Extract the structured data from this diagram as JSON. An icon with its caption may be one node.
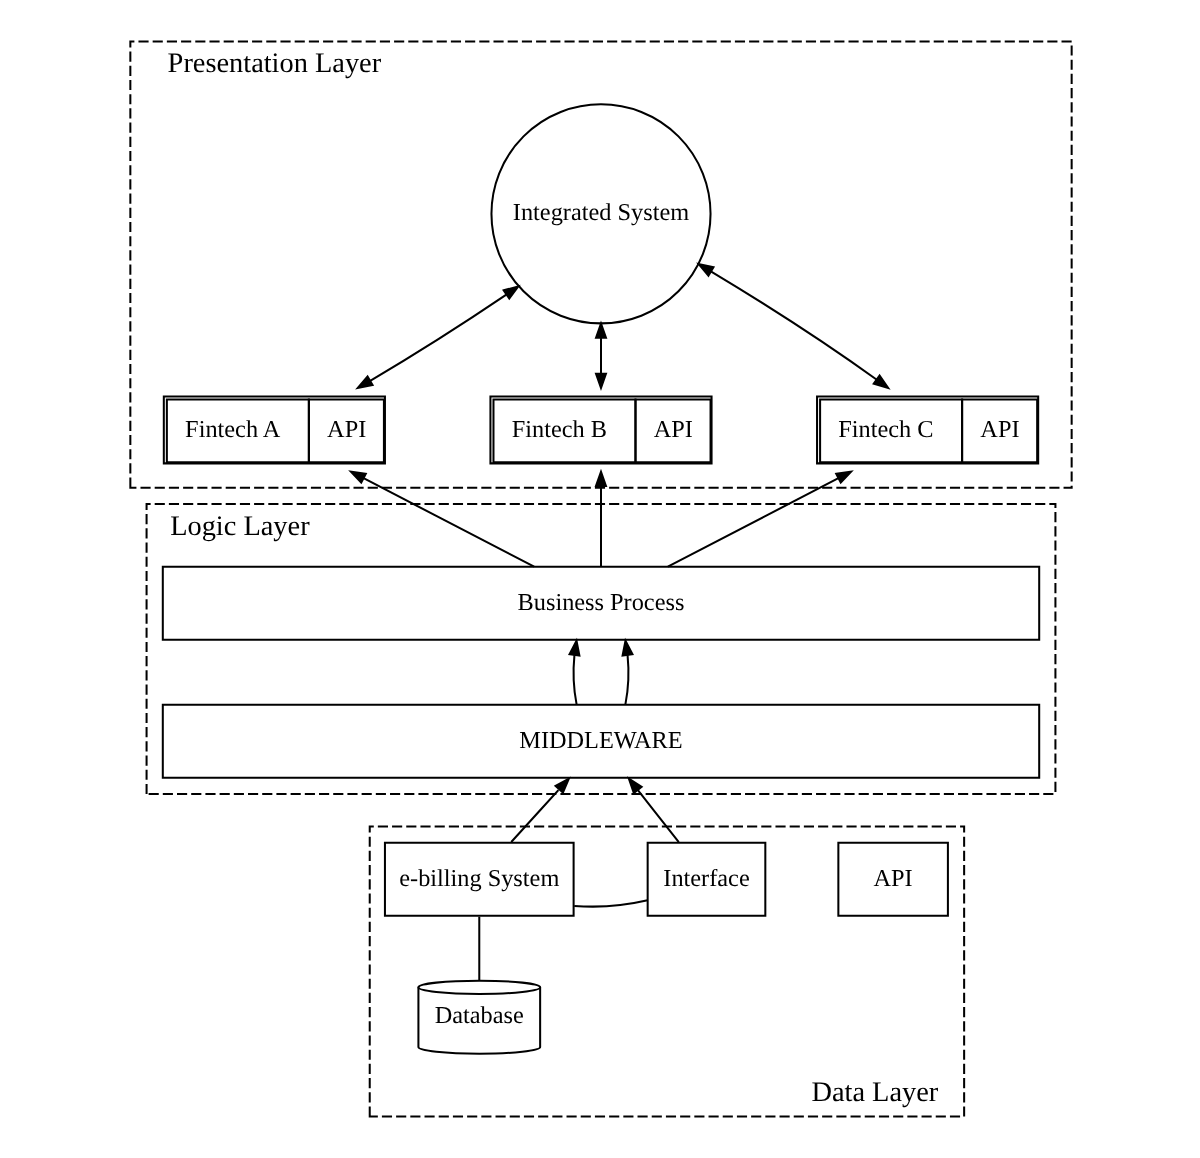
{
  "diagram": {
    "nodes": [
      {
        "text": [
          "Presentation Layer"
        ]
      },
      {
        "text": [
          "Integrated System"
        ],
        "in": 0
      },
      {
        "text": [
          "Fintech A",
          "API"
        ],
        "in": 0
      },
      {
        "text": [
          "Fintech B",
          "API"
        ],
        "in": 0
      },
      {
        "text": [
          "Fintech C",
          "API"
        ],
        "in": 0
      },
      {
        "text": [
          "Logic Layer"
        ]
      },
      {
        "text": [
          "Business Process"
        ],
        "in": 5
      },
      {
        "text": [
          "MIDDLEWARE"
        ],
        "in": 5
      },
      {
        "text": [
          "Data Layer"
        ]
      },
      {
        "text": [
          "e-billing System"
        ],
        "in": 8
      },
      {
        "text": [
          "Interface"
        ],
        "in": 8
      },
      {
        "text": [
          "API"
        ],
        "in": 8
      },
      {
        "text": [
          "Database"
        ],
        "in": 8
      }
    ],
    "edges": [
      {
        "from": 1,
        "to": 2,
        "arrow": "both"
      },
      {
        "from": 3,
        "to": 1,
        "arrow": "both"
      },
      {
        "from": 1,
        "to": 4,
        "arrow": "both"
      },
      {
        "from": 6,
        "to": 2,
        "arrow": "to"
      },
      {
        "from": 6,
        "to": 3,
        "arrow": "to"
      },
      {
        "from": 6,
        "to": 4,
        "arrow": "to"
      },
      {
        "from": 7,
        "to": 6,
        "arrow": "to"
      },
      {
        "from": 7,
        "to": 6,
        "arrow": "to"
      },
      {
        "from": 9,
        "to": 7,
        "arrow": "to"
      },
      {
        "from": 10,
        "to": 7,
        "arrow": "to"
      },
      {
        "from": 9,
        "to": 10,
        "arrow": "none"
      },
      {
        "from": 12,
        "to": 9,
        "arrow": "none"
      }
    ]
  }
}
